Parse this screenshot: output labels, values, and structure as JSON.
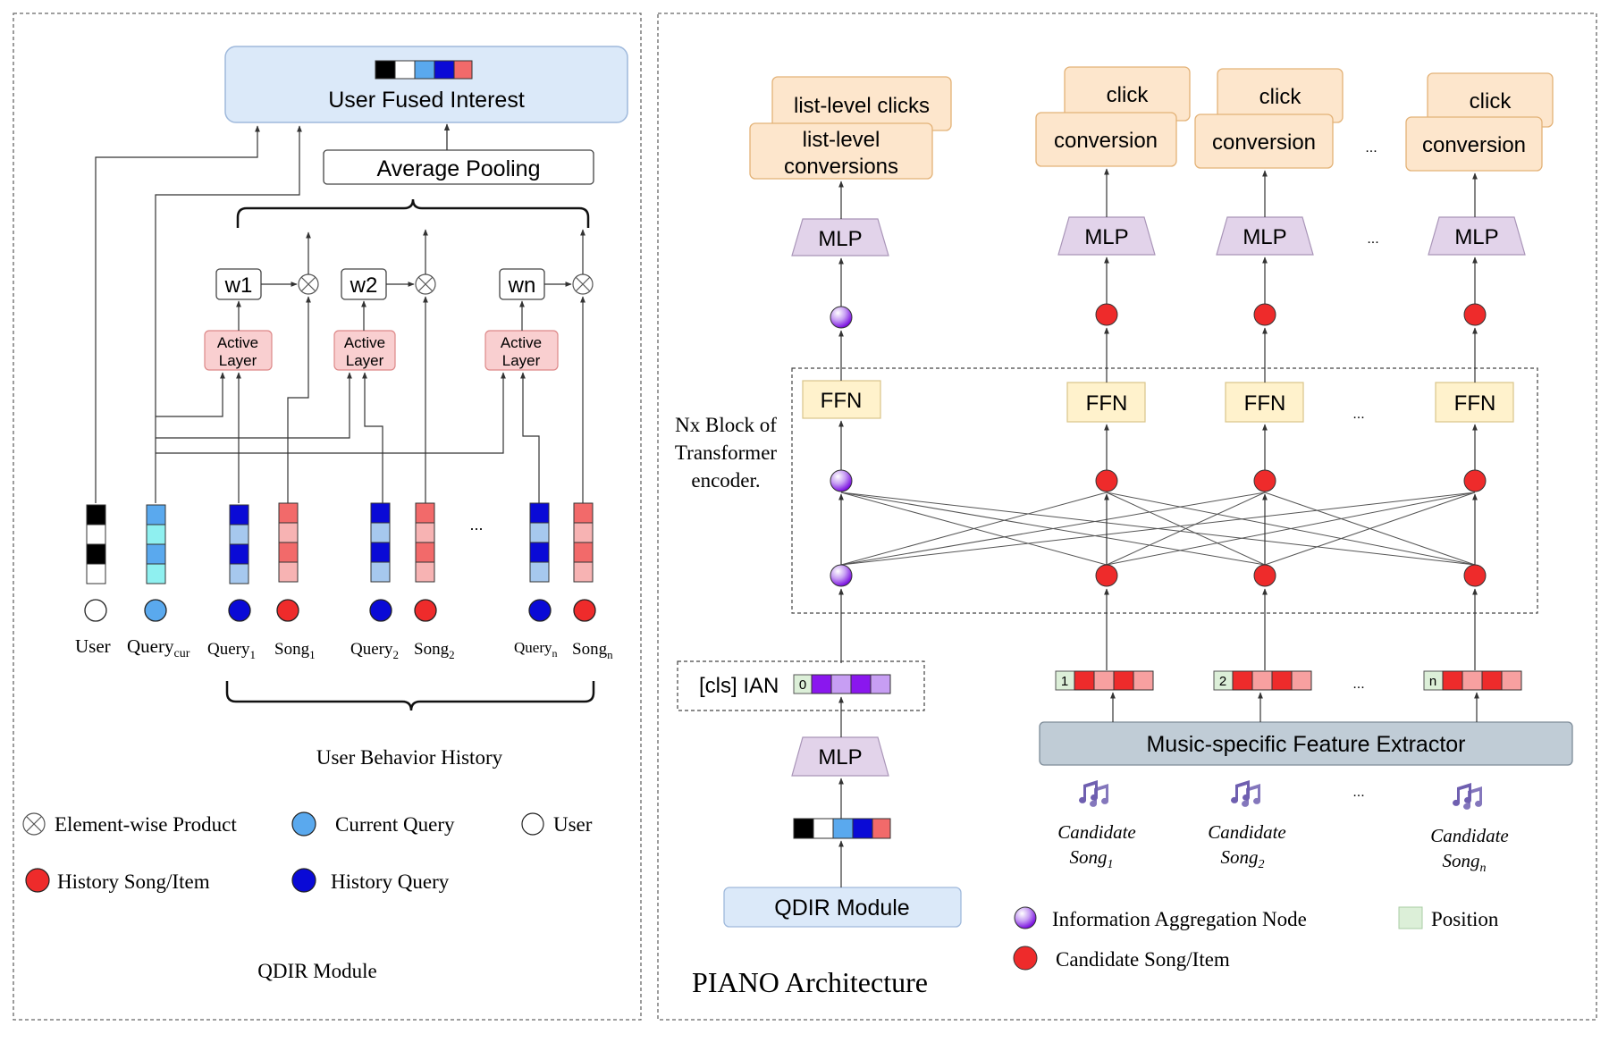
{
  "left": {
    "fused_interest": "User Fused Interest",
    "avg_pooling": "Average Pooling",
    "weights": [
      "w1",
      "w2",
      "wn"
    ],
    "active_layer_line1": "Active",
    "active_layer_line2": "Layer",
    "ellipsis": "...",
    "labels": {
      "user": "User",
      "query": "Query",
      "cur": "cur",
      "song": "Song",
      "sub1": "1",
      "sub2": "2",
      "subn": "n"
    },
    "history_title": "User Behavior History",
    "legend": {
      "element_wise": "Element-wise Product",
      "current_query": "Current Query",
      "user": "User",
      "history_song": "History Song/Item",
      "history_query": "History Query"
    },
    "caption": "QDIR Module"
  },
  "right": {
    "list_clicks": "list-level clicks",
    "list_conv_line1": "list-level",
    "list_conv_line2": "conversions",
    "click": "click",
    "conversion": "conversion",
    "mlp": "MLP",
    "ffn": "FFN",
    "ellipsis": "...",
    "block_line1": "Nx Block of",
    "block_line2": "Transformer",
    "block_line3": "encoder.",
    "cls_ian": "[cls] IAN",
    "positions": [
      "0",
      "1",
      "2",
      "n"
    ],
    "extractor": "Music-specific Feature Extractor",
    "candidate": "Candidate",
    "song": "Song",
    "sub1": "1",
    "sub2": "2",
    "subn": "n",
    "qdir_module": "QDIR Module",
    "legend": {
      "ian": "Information Aggregation Node",
      "position": "Position",
      "candidate_item": "Candidate Song/Item"
    },
    "caption": "PIANO Architecture"
  },
  "colors": {
    "black": "#000000",
    "dark_blue": "#0a0ad6",
    "light_blue": "#5aa9ee",
    "pale_blue": "#a6c8ee",
    "cyan": "#8ff0f0",
    "red": "#ee2b2b",
    "mid_red": "#f26a6a",
    "pale_red": "#f7b3b3",
    "purple": "#8a17ee",
    "light_purple": "#c79ef3",
    "orange_box": "#fde6cc",
    "mlp": "#e2d3ea",
    "ffn": "#fff2cc",
    "extractor": "#c0ccd6",
    "blue_box": "#dbe9f9",
    "active_layer": "#f9cfd0",
    "position": "#dcefd8"
  }
}
